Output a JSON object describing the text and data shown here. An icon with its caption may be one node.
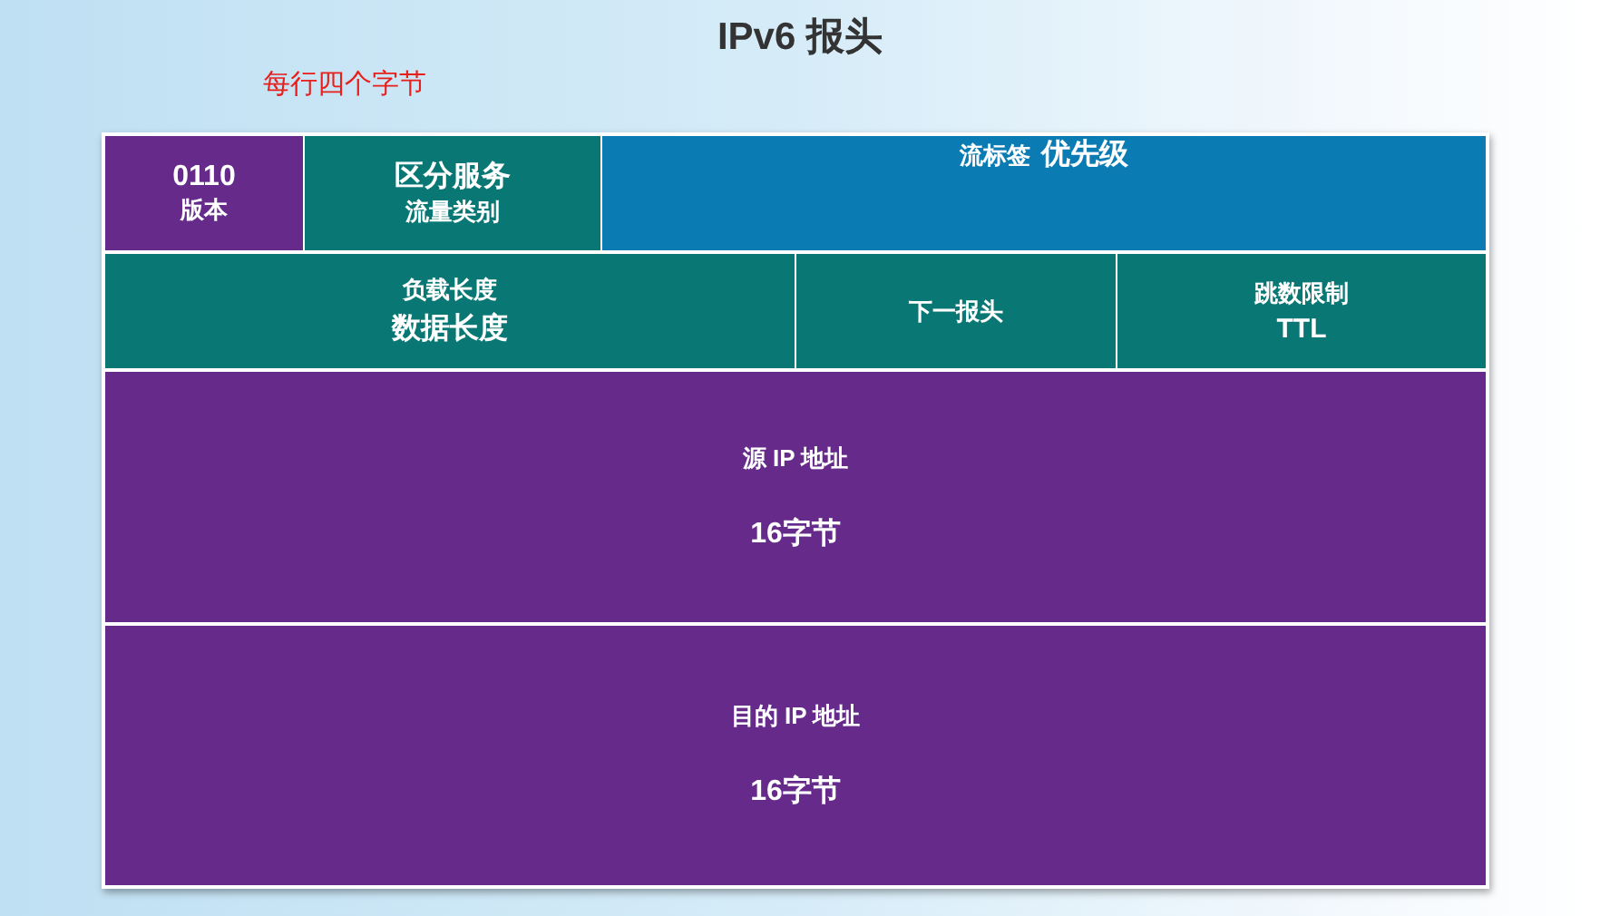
{
  "diagram": {
    "title": "IPv6 报头",
    "nodes": [
      {
        "text": [
          "0110",
          "版本"
        ]
      },
      {
        "text": [
          "区分服务",
          "流量类别"
        ]
      },
      {
        "text": [
          "流标签",
          "优先级"
        ]
      },
      {
        "text": [
          "负载长度",
          "数据长度"
        ]
      },
      {
        "text": [
          "下一报头"
        ]
      },
      {
        "text": [
          "跳数限制",
          "TTL"
        ]
      },
      {
        "text": [
          "源 IP 地址",
          "16字节"
        ]
      },
      {
        "text": [
          "目的 IP 地址",
          "16字节"
        ]
      }
    ],
    "edges": [],
    "labels": [
      "每行四个字节"
    ]
  }
}
